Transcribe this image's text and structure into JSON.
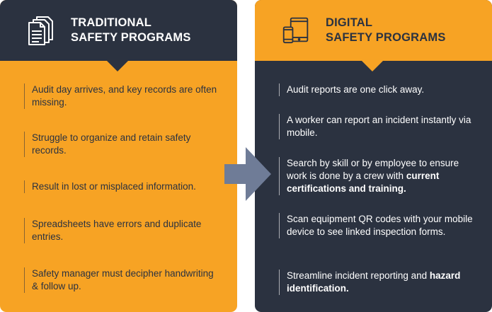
{
  "traditional": {
    "title_line1": "TRADITIONAL",
    "title_line2": "SAFETY PROGRAMS",
    "icon": "documents-icon",
    "items": [
      "Audit day arrives, and key records are often missing.",
      "Struggle to organize and retain safety records.",
      "Result in lost or misplaced information.",
      "Spreadsheets have errors and duplicate entries.",
      "Safety manager must decipher handwriting & follow up."
    ]
  },
  "digital": {
    "title_line1": "DIGITAL",
    "title_line2": "SAFETY PROGRAMS",
    "icon": "devices-icon",
    "items": [
      {
        "text": "Audit reports are one click away.",
        "highlight": ""
      },
      {
        "text": "A worker can report an incident instantly via mobile.",
        "highlight": ""
      },
      {
        "text": "Search by skill or by employee to ensure work is done by a crew with ",
        "highlight": "current certifications and training."
      },
      {
        "text": "Scan equipment QR codes with your mobile device to see linked inspection forms.",
        "highlight": ""
      },
      {
        "text": "Streamline incident reporting and ",
        "highlight": "hazard identification."
      }
    ]
  },
  "colors": {
    "orange": "#f7a324",
    "navy": "#2b3240",
    "arrow": "#6f7c97"
  }
}
